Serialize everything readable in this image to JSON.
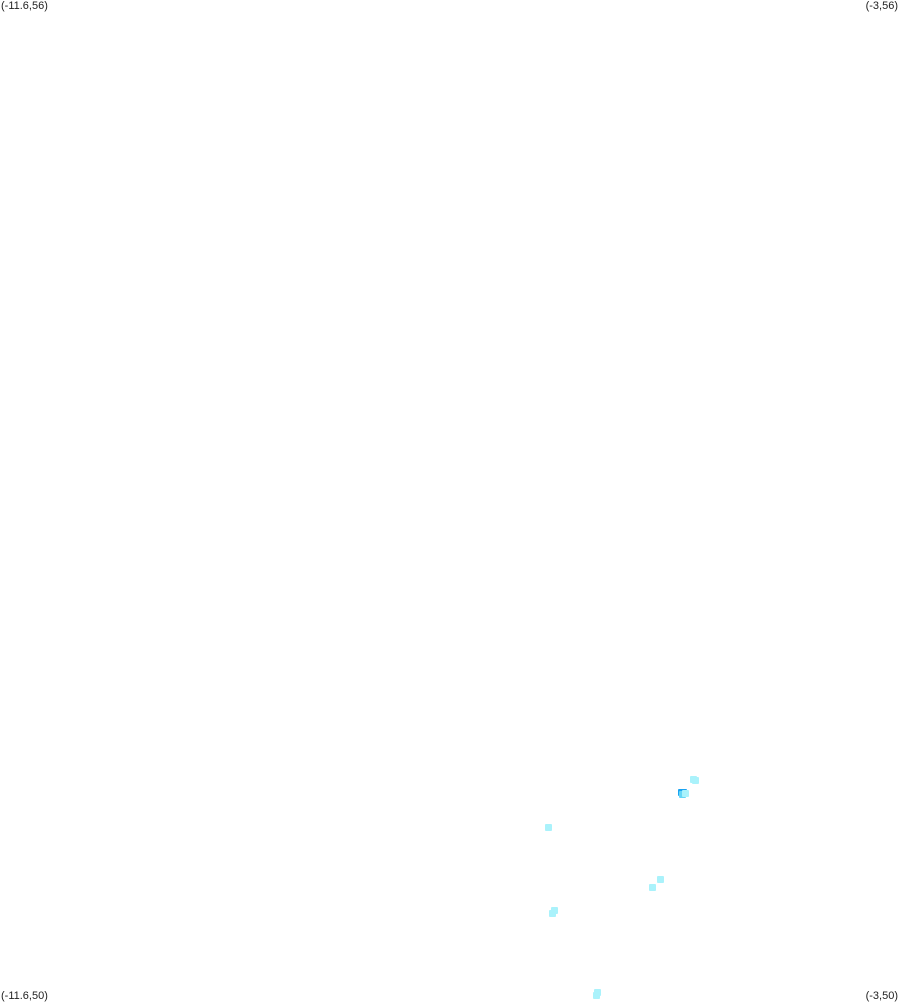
{
  "corners": {
    "top_left": "(-11.6,56)",
    "top_right": "(-3,56)",
    "bottom_left": "(-11.6,50)",
    "bottom_right": "(-3,50)"
  },
  "bounds": {
    "lon_min": -11.6,
    "lon_max": -3,
    "lat_min": 50,
    "lat_max": 56
  },
  "colors": {
    "light": "#aaf2fb",
    "medium": "#66d6f6",
    "dark": "#1aa3f2"
  },
  "points": [
    {
      "lon": -4.97,
      "lat": 51.32,
      "level": "light"
    },
    {
      "lon": -4.95,
      "lat": 51.315,
      "level": "light"
    },
    {
      "lon": -5.08,
      "lat": 51.24,
      "level": "dark"
    },
    {
      "lon": -5.06,
      "lat": 51.24,
      "level": "dark"
    },
    {
      "lon": -5.07,
      "lat": 51.23,
      "level": "medium"
    },
    {
      "lon": -5.04,
      "lat": 51.235,
      "level": "light"
    },
    {
      "lon": -6.35,
      "lat": 51.03,
      "level": "light"
    },
    {
      "lon": -5.28,
      "lat": 50.72,
      "level": "light"
    },
    {
      "lon": -5.36,
      "lat": 50.67,
      "level": "light"
    },
    {
      "lon": -6.3,
      "lat": 50.53,
      "level": "light"
    },
    {
      "lon": -6.31,
      "lat": 50.515,
      "level": "light"
    },
    {
      "lon": -5.88,
      "lat": 50.04,
      "level": "light"
    },
    {
      "lon": -5.89,
      "lat": 50.0,
      "level": "light"
    }
  ]
}
